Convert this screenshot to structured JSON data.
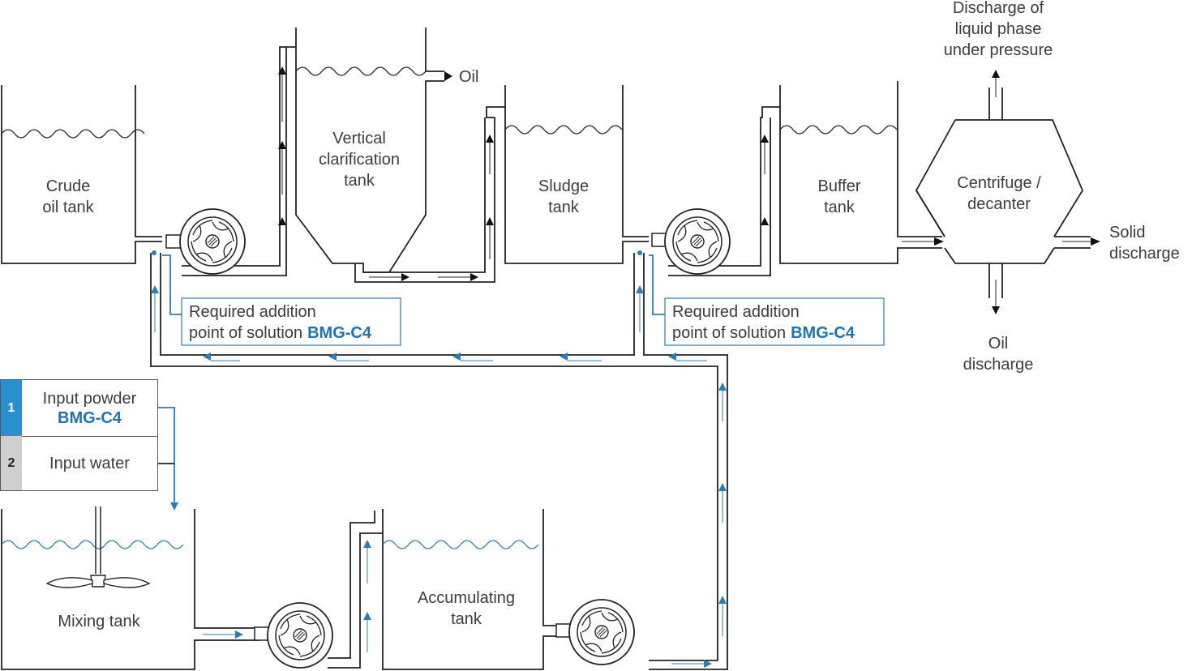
{
  "tanks": {
    "crude_oil": [
      "Crude",
      "oil tank"
    ],
    "vertical_clarification": [
      "Vertical",
      "clarification",
      "tank"
    ],
    "sludge": [
      "Sludge",
      "tank"
    ],
    "buffer": [
      "Buffer",
      "tank"
    ],
    "centrifuge": [
      "Centrifuge /",
      "decanter"
    ],
    "mixing": [
      "Mixing tank"
    ],
    "accumulating": [
      "Accumulating",
      "tank"
    ]
  },
  "outputs": {
    "oil": "Oil",
    "liquid_discharge": [
      "Discharge of",
      "liquid phase",
      "under pressure"
    ],
    "solid_discharge": [
      "Solid",
      "discharge"
    ],
    "oil_discharge": [
      "Oil",
      "discharge"
    ]
  },
  "addition_points": [
    {
      "line1": "Required addition",
      "line2_prefix": "point of solution",
      "product": "BMG-C4"
    },
    {
      "line1": "Required addition",
      "line2_prefix": "point of solution",
      "product": "BMG-C4"
    }
  ],
  "inputs": [
    {
      "number": "1",
      "label": "Input powder",
      "product": "BMG-C4",
      "color": "#2a8fd0"
    },
    {
      "number": "2",
      "label": "Input water",
      "product": "",
      "color": "#cfcfcf"
    }
  ],
  "colors": {
    "accent_blue": "#1f74b0",
    "line": "#222222"
  }
}
